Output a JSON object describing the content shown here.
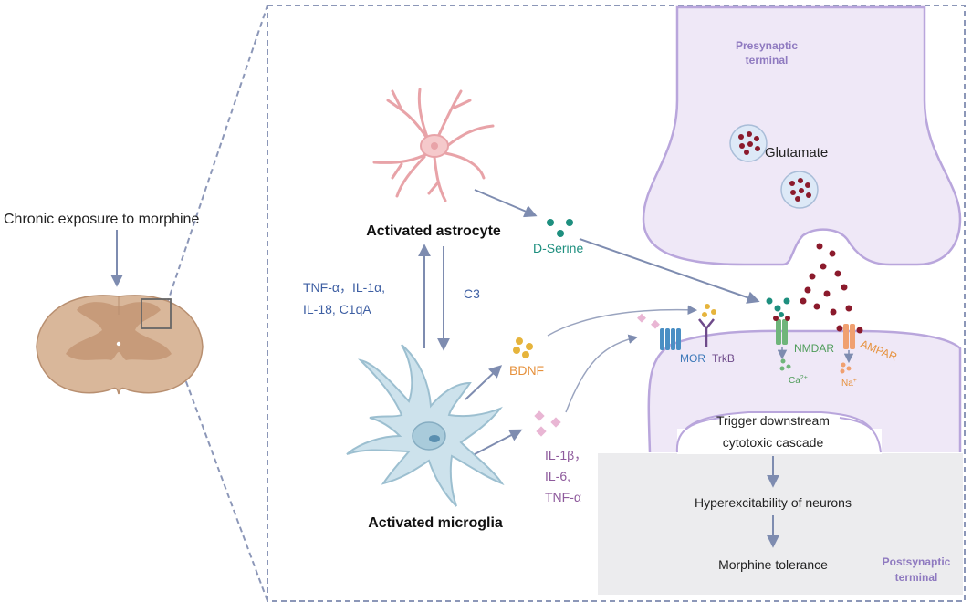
{
  "exposure": "Chronic exposure to morphine",
  "presynaptic": {
    "line1": "Presynaptic",
    "line2": "terminal"
  },
  "postsynaptic": {
    "line1": "Postsynaptic",
    "line2": "terminal"
  },
  "glutamate": "Glutamate",
  "astrocyte": "Activated astrocyte",
  "microglia": "Activated microglia",
  "dserine": "D-Serine",
  "cytokines_left": {
    "line1": "TNF-α，IL-1α,",
    "line2": "IL-18, C1qA"
  },
  "c3": "C3",
  "bdnf": "BDNF",
  "cytokines_mg": {
    "line1": "IL-1β，",
    "line2": "IL-6,",
    "line3": "TNF-α"
  },
  "receptors": {
    "mor": "MOR",
    "trkb": "TrkB",
    "nmdar": "NMDAR",
    "ampar": "AMPAR"
  },
  "ions": {
    "ca": "Ca",
    "ca_sup": "2+",
    "na": "Na",
    "na_sup": "+"
  },
  "cascade": {
    "line1": "Trigger downstream",
    "line2": "cytotoxic cascade"
  },
  "hyper": "Hyperexcitability of neurons",
  "tolerance": "Morphine tolerance",
  "colors": {
    "frame": "#8c97b8",
    "arrow": "#7e8cb0",
    "neuron_fill": "#efe8f7",
    "neuron_stroke": "#b9a6dc",
    "cyto_blue": "#3e5fa3",
    "dserine": "#1e8f7f",
    "bdnf": "#e6913c",
    "purple": "#8e5a9c",
    "vesicle": "#8b1a2c",
    "spinal": "#d9b79a",
    "spinal_inner": "#c79b7a"
  }
}
